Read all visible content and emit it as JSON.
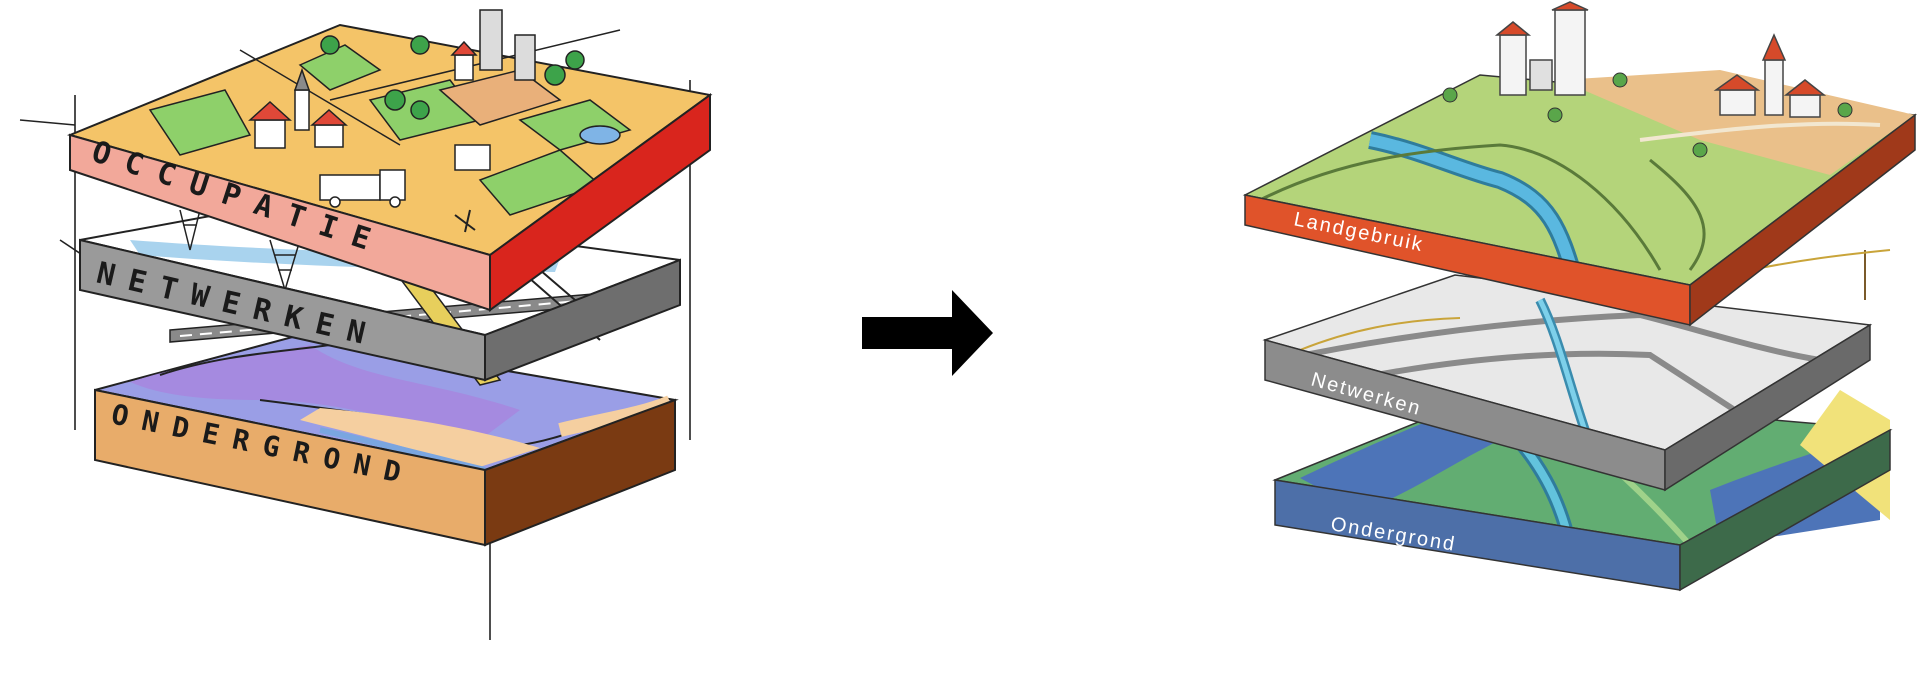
{
  "left_diagram": {
    "layers": [
      {
        "key": "top",
        "label": "OCCUPATIE"
      },
      {
        "key": "middle",
        "label": "NETWERKEN"
      },
      {
        "key": "bottom",
        "label": "ONDERGROND"
      }
    ]
  },
  "right_diagram": {
    "layers": [
      {
        "key": "top",
        "label": "Landgebruik"
      },
      {
        "key": "middle",
        "label": "Netwerken"
      },
      {
        "key": "bottom",
        "label": "Ondergrond"
      }
    ]
  },
  "colors": {
    "occupatie_top": "#f4c468",
    "occupatie_side": "#f2a89a",
    "occupatie_end": "#d9251d",
    "netwerken_top": "#ffffff",
    "netwerken_side": "#9a9a9a",
    "ondergrond_side": "#e8ac6a",
    "ondergrond_end": "#7a3a12",
    "landgebruik_top": "#b4d47a",
    "landgebruik_side": "#e0532a",
    "netwerken_r_top": "#e8e8e8",
    "netwerken_r_side": "#8c8c8c",
    "ondergrond_r_top": "#62ad72",
    "ondergrond_r_side": "#4d6fa8",
    "water": "#56b4d8",
    "arrow": "#000000"
  },
  "icons": [
    "right-arrow-icon"
  ]
}
